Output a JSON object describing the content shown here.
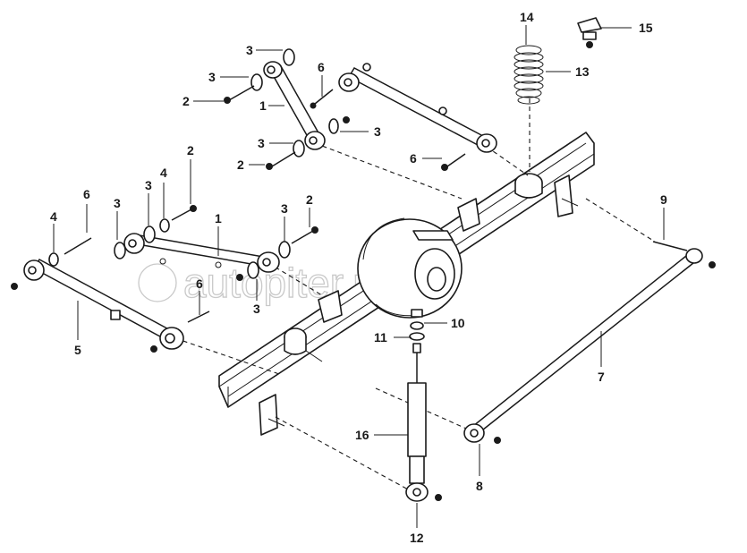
{
  "watermark": "autopiter.ru",
  "callouts": {
    "c1_top": "1",
    "c1_mid": "1",
    "c2_a": "2",
    "c2_b": "2",
    "c2_c": "2",
    "c2_d": "2",
    "c3_a": "3",
    "c3_b": "3",
    "c3_c": "3",
    "c3_d": "3",
    "c3_e": "3",
    "c3_f": "3",
    "c3_g": "3",
    "c3_h": "3",
    "c4_a": "4",
    "c4_b": "4",
    "c5": "5",
    "c6_a": "6",
    "c6_b": "6",
    "c6_c": "6",
    "c6_d": "6",
    "c7": "7",
    "c8": "8",
    "c9": "9",
    "c10": "10",
    "c11": "11",
    "c12": "12",
    "c13": "13",
    "c14": "14",
    "c15": "15",
    "c16": "16"
  }
}
